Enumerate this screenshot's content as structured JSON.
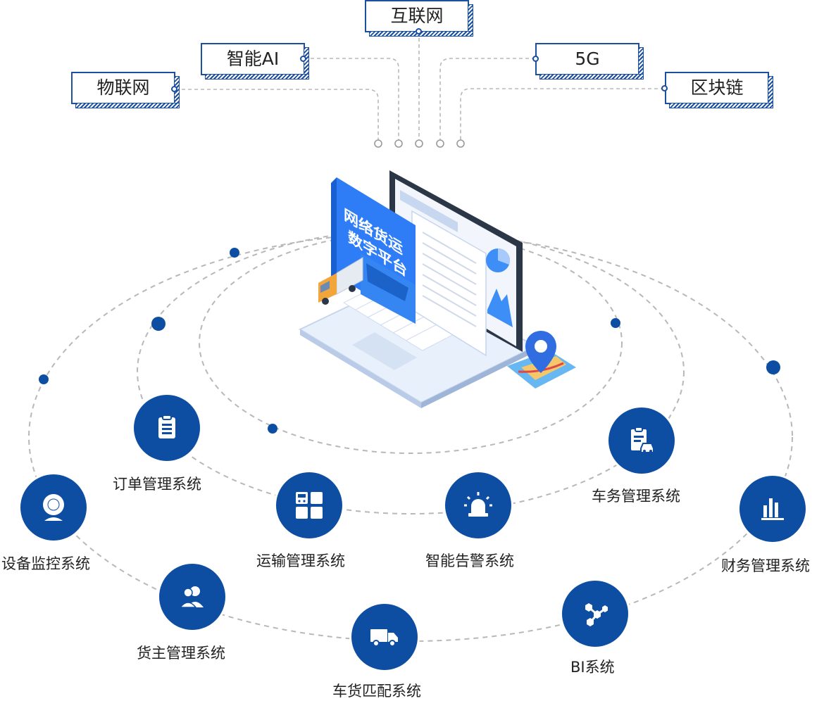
{
  "technologies": [
    {
      "label": "互联网",
      "icon": "internet"
    },
    {
      "label": "智能AI",
      "icon": "ai"
    },
    {
      "label": "5G",
      "icon": "5g"
    },
    {
      "label": "物联网",
      "icon": "iot"
    },
    {
      "label": "区块链",
      "icon": "blockchain"
    }
  ],
  "platform": {
    "title_line1": "网络货运",
    "title_line2": "数字平台"
  },
  "systems": [
    {
      "label": "订单管理系统",
      "icon": "clipboard-icon"
    },
    {
      "label": "运输管理系统",
      "icon": "bus-grid-icon"
    },
    {
      "label": "智能告警系统",
      "icon": "alarm-light-icon"
    },
    {
      "label": "车务管理系统",
      "icon": "document-car-icon"
    },
    {
      "label": "设备监控系统",
      "icon": "camera-icon"
    },
    {
      "label": "财务管理系统",
      "icon": "bar-chart-icon"
    },
    {
      "label": "货主管理系统",
      "icon": "users-icon"
    },
    {
      "label": "车货匹配系统",
      "icon": "truck-icon"
    },
    {
      "label": "BI系统",
      "icon": "network-nodes-icon"
    }
  ],
  "colors": {
    "primary": "#0d4ea3",
    "accent": "#2f7df6",
    "orbit": "#b5b5b5"
  }
}
